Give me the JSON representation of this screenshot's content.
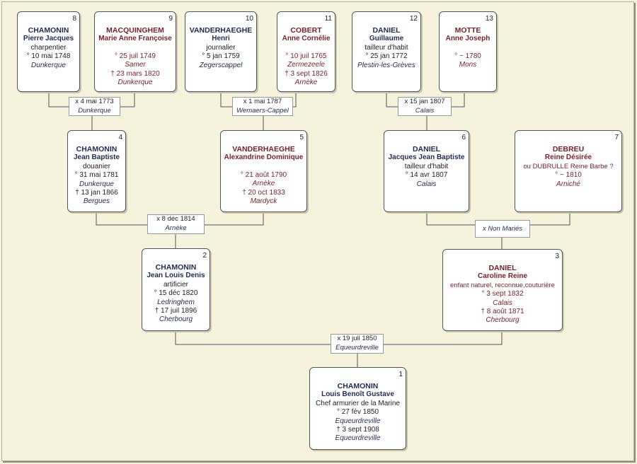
{
  "persons": {
    "p1": {
      "num": "1",
      "surname": "CHAMONIN",
      "firstname": "Louis Benoît Gustave",
      "occupation": "Chef armurier de la Marine",
      "birth": "° 27 fév 1850",
      "birth_place": "Equeurdreville",
      "death": "† 3 sept 1908",
      "death_place": "Equeurdreville"
    },
    "p2": {
      "num": "2",
      "surname": "CHAMONIN",
      "firstname": "Jean Louis Denis",
      "occupation": "artificier",
      "birth": "° 15 déc 1820",
      "birth_place": "Ledringhem",
      "death": "† 17 juil 1896",
      "death_place": "Cherbourg"
    },
    "p3": {
      "num": "3",
      "surname": "DANIEL",
      "firstname": "Caroline Reine",
      "occupation": "enfant naturel, reconnue,couturière",
      "birth": "° 3 sept 1832",
      "birth_place": "Calais",
      "death": "† 8 août 1871",
      "death_place": "Cherbourg"
    },
    "p4": {
      "num": "4",
      "surname": "CHAMONIN",
      "firstname": "Jean Baptiste",
      "occupation": "douanier",
      "birth": "° 31 mai 1781",
      "birth_place": "Dunkerque",
      "death": "† 13 jan 1866",
      "death_place": "Bergues"
    },
    "p5": {
      "num": "5",
      "surname": "VANDERHAEGHE",
      "firstname": "Alexandrine Dominique",
      "birth": "° 21 août 1790",
      "birth_place": "Arnèke",
      "death": "† 20 oct 1833",
      "death_place": "Mardyck"
    },
    "p6": {
      "num": "6",
      "surname": "DANIEL",
      "firstname": "Jacques Jean Baptiste",
      "occupation": "tailleur d'habit",
      "birth": "° 14 avr 1807",
      "birth_place": "Calais"
    },
    "p7": {
      "num": "7",
      "surname": "DEBREU",
      "firstname": "Reine Désirée",
      "alias": "ou DUBRULLE Reine Barbe ?",
      "birth": "° ~ 1810",
      "birth_place": "Arniché"
    },
    "p8": {
      "num": "8",
      "surname": "CHAMONIN",
      "firstname": "Pierre Jacques",
      "occupation": "charpentier",
      "birth": "° 10 mai 1748",
      "birth_place": "Dunkerque"
    },
    "p9": {
      "num": "9",
      "surname": "MACQUINGHEM",
      "firstname": "Marie Anne Françoise",
      "birth": "° 25 juil 1749",
      "birth_place": "Samer",
      "death": "† 23 mars 1820",
      "death_place": "Dunkerque"
    },
    "p10": {
      "num": "10",
      "surname": "VANDERHAEGHE",
      "firstname": "Henri",
      "occupation": "journalier",
      "birth": "° 5 jan 1759",
      "birth_place": "Zegerscappel"
    },
    "p11": {
      "num": "11",
      "surname": "COBERT",
      "firstname": "Anne Cornélie",
      "birth": "° 10 juil 1765",
      "birth_place": "Zermezeele",
      "death": "† 3 sept 1826",
      "death_place": "Arnèke"
    },
    "p12": {
      "num": "12",
      "surname": "DANIEL",
      "firstname": "Guillaume",
      "occupation": "tailleur d'habit",
      "birth": "° 25 jan 1772",
      "birth_place": "Plestin-les-Grèves"
    },
    "p13": {
      "num": "13",
      "surname": "MOTTE",
      "firstname": "Anne Joseph",
      "birth": "° ~ 1780",
      "birth_place": "Mons"
    }
  },
  "marriages": {
    "m89": {
      "date": "x 4 mai 1773",
      "place": "Dunkerque"
    },
    "m1011": {
      "date": "x 1 mai 1787",
      "place": "Wemaers-Cappel"
    },
    "m1213": {
      "date": "x 15 jan 1807",
      "place": "Calais"
    },
    "m45": {
      "date": "x 8 déc 1814",
      "place": "Arnèke"
    },
    "m67": {
      "date": "",
      "place": "x Non Mariés"
    },
    "m23": {
      "date": "x 19 juil 1850",
      "place": "Equeurdreville"
    }
  }
}
